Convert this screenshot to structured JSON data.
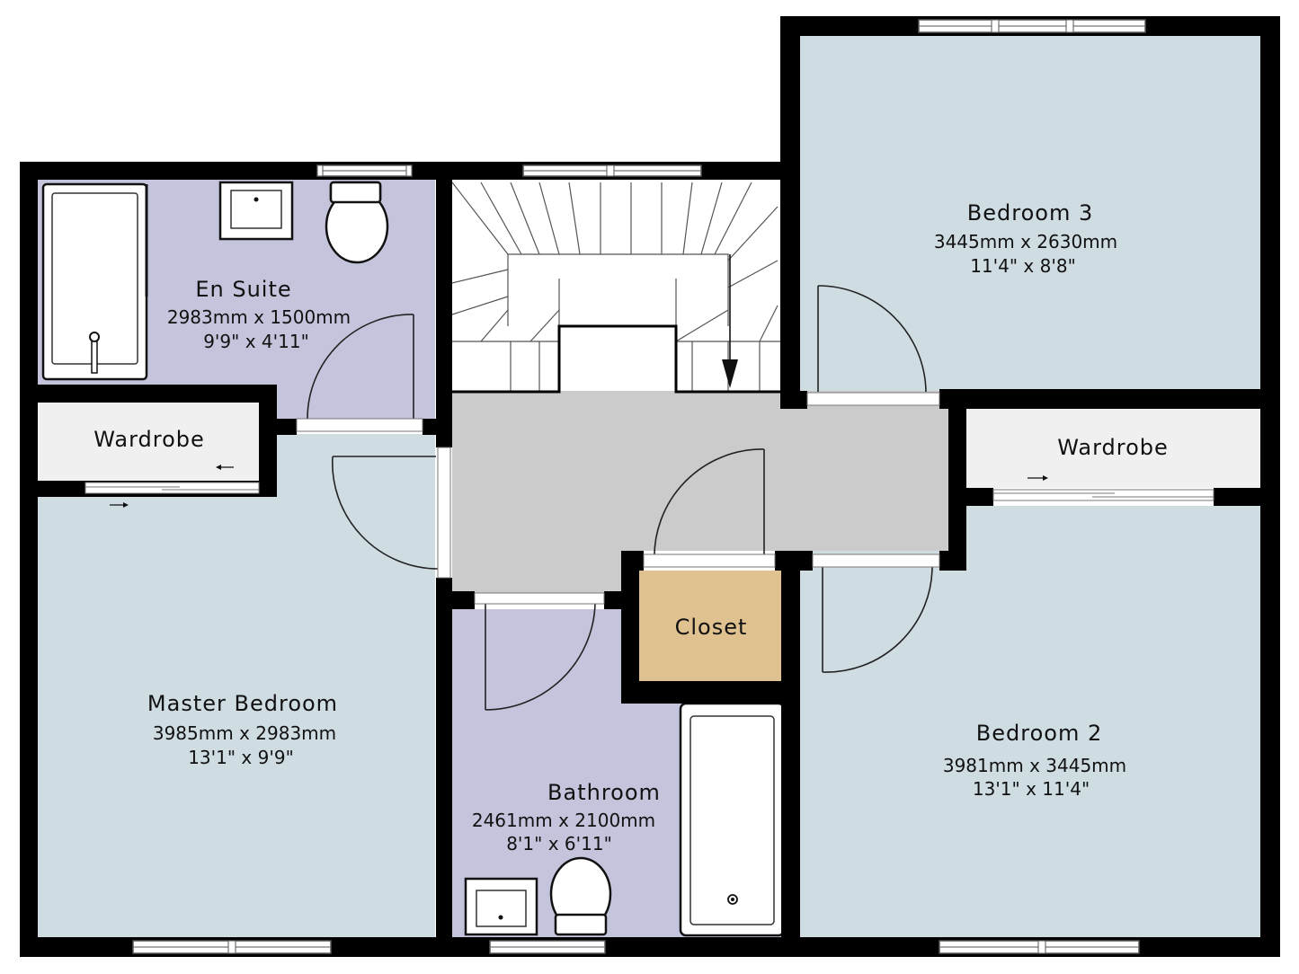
{
  "rooms": {
    "en_suite": {
      "name": "En Suite",
      "metric": "2983mm x 1500mm",
      "imperial": "9'9\" x 4'11\""
    },
    "bedroom3": {
      "name": "Bedroom 3",
      "metric": "3445mm x 2630mm",
      "imperial": "11'4\" x 8'8\""
    },
    "master": {
      "name": "Master Bedroom",
      "metric": "3985mm x 2983mm",
      "imperial": "13'1\" x 9'9\""
    },
    "bathroom": {
      "name": "Bathroom",
      "metric": "2461mm x 2100mm",
      "imperial": "8'1\" x 6'11\""
    },
    "bedroom2": {
      "name": "Bedroom 2",
      "metric": "3981mm x 3445mm",
      "imperial": "13'1\" x 11'4\""
    },
    "closet": {
      "name": "Closet"
    },
    "wardrobe_left": {
      "name": "Wardrobe"
    },
    "wardrobe_right": {
      "name": "Wardrobe"
    }
  },
  "colors": {
    "bedroom": "#cfdde3",
    "wet_room": "#c4c4dc",
    "landing": "#cbcbcb",
    "closet": "#e0c190",
    "wardrobe": "#f0f0f0",
    "stairs": "#ffffff",
    "wall": "#000000"
  },
  "icons": {
    "stair_direction": "down-arrow-icon",
    "wardrobe_left_slide": "left-arrow-icon",
    "master_slide": "right-arrow-icon",
    "wardrobe_right_slide": "right-arrow-icon"
  }
}
